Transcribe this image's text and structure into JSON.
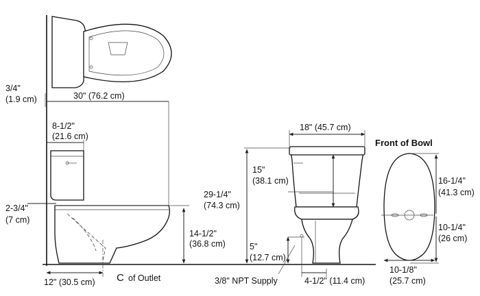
{
  "front_view": {
    "title": "Front of Bowl",
    "dims": {
      "length": "16-1/4\"",
      "length_cm": "(41.3 cm)",
      "hole_to_front": "10-1/4\"",
      "hole_to_front_cm": "(26 cm)",
      "width": "10-1/8\"",
      "width_cm": "(25.7 cm)"
    }
  },
  "side_view": {
    "dims": {
      "seat_offset": "3/4\"",
      "seat_offset_cm": "(1.9 cm)",
      "overall_depth": "30\" (76.2 cm)",
      "tank_depth": "8-1/2\"",
      "tank_depth_cm": "(21.6 cm)",
      "wall_gap": "2-3/4\"",
      "wall_gap_cm": "(7 cm)",
      "rim_height": "14-1/2\"",
      "rim_height_cm": "(36.8 cm)",
      "rough_in": "12\" (30.5 cm)",
      "outlet_symbol": "C",
      "outlet_label": "of Outlet"
    }
  },
  "rear_view": {
    "dims": {
      "tank_width": "18\" (45.7 cm)",
      "tank_height": "15\"",
      "tank_height_cm": "(38.1 cm)",
      "overall_height": "29-1/4\"",
      "overall_height_cm": "(74.3 cm)",
      "supply_height": "5\"",
      "supply_height_cm": "(12.7 cm)",
      "supply_label": "3/8\" NPT Supply",
      "supply_offset": "4-1/2\" (11.4 cm)"
    }
  }
}
